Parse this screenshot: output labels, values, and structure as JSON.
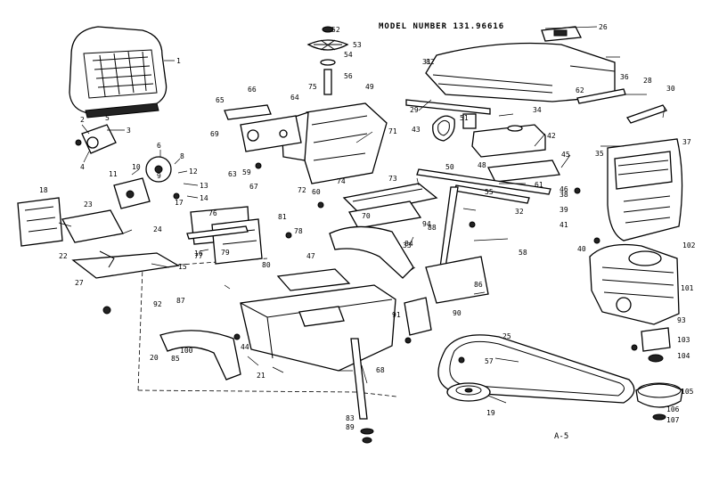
{
  "header": {
    "model_text": "MODEL NUMBER 131.96616",
    "page_ref": "A-5"
  },
  "callouts": [
    {
      "id": "c-1",
      "text": "1"
    },
    {
      "id": "c-2",
      "text": "2"
    },
    {
      "id": "c-3",
      "text": "3"
    },
    {
      "id": "c-4",
      "text": "4"
    },
    {
      "id": "c-5",
      "text": "5"
    },
    {
      "id": "c-6",
      "text": "6"
    },
    {
      "id": "c-8",
      "text": "8"
    },
    {
      "id": "c-9",
      "text": "9"
    },
    {
      "id": "c-10",
      "text": "10"
    },
    {
      "id": "c-11",
      "text": "11"
    },
    {
      "id": "c-12",
      "text": "12"
    },
    {
      "id": "c-13",
      "text": "13"
    },
    {
      "id": "c-14",
      "text": "14"
    },
    {
      "id": "c-15",
      "text": "15"
    },
    {
      "id": "c-16",
      "text": "16"
    },
    {
      "id": "c-17",
      "text": "17"
    },
    {
      "id": "c-18",
      "text": "18"
    },
    {
      "id": "c-19",
      "text": "19"
    },
    {
      "id": "c-20",
      "text": "20"
    },
    {
      "id": "c-21",
      "text": "21"
    },
    {
      "id": "c-22",
      "text": "22"
    },
    {
      "id": "c-23",
      "text": "23"
    },
    {
      "id": "c-24",
      "text": "24"
    },
    {
      "id": "c-25",
      "text": "25"
    },
    {
      "id": "c-26",
      "text": "26"
    },
    {
      "id": "c-27",
      "text": "27"
    },
    {
      "id": "c-28",
      "text": "28"
    },
    {
      "id": "c-29",
      "text": "29"
    },
    {
      "id": "c-30",
      "text": "30"
    },
    {
      "id": "c-31",
      "text": "31"
    },
    {
      "id": "c-32",
      "text": "32"
    },
    {
      "id": "c-33",
      "text": "33"
    },
    {
      "id": "c-34",
      "text": "34"
    },
    {
      "id": "c-35",
      "text": "35"
    },
    {
      "id": "c-36",
      "text": "36"
    },
    {
      "id": "c-37",
      "text": "37"
    },
    {
      "id": "c-38",
      "text": "38"
    },
    {
      "id": "c-39",
      "text": "39"
    },
    {
      "id": "c-40",
      "text": "40"
    },
    {
      "id": "c-41",
      "text": "41"
    },
    {
      "id": "c-42",
      "text": "42"
    },
    {
      "id": "c-43",
      "text": "43"
    },
    {
      "id": "c-44",
      "text": "44"
    },
    {
      "id": "c-45",
      "text": "45"
    },
    {
      "id": "c-46",
      "text": "46"
    },
    {
      "id": "c-47",
      "text": "47"
    },
    {
      "id": "c-48",
      "text": "48"
    },
    {
      "id": "c-49",
      "text": "49"
    },
    {
      "id": "c-50",
      "text": "50"
    },
    {
      "id": "c-51",
      "text": "51"
    },
    {
      "id": "c-52",
      "text": "52"
    },
    {
      "id": "c-53",
      "text": "53"
    },
    {
      "id": "c-54",
      "text": "54"
    },
    {
      "id": "c-55",
      "text": "55"
    },
    {
      "id": "c-56",
      "text": "56"
    },
    {
      "id": "c-57",
      "text": "57"
    },
    {
      "id": "c-58",
      "text": "58"
    },
    {
      "id": "c-59",
      "text": "59"
    },
    {
      "id": "c-60",
      "text": "60"
    },
    {
      "id": "c-61",
      "text": "61"
    },
    {
      "id": "c-62",
      "text": "62"
    },
    {
      "id": "c-63",
      "text": "63"
    },
    {
      "id": "c-64",
      "text": "64"
    },
    {
      "id": "c-65",
      "text": "65"
    },
    {
      "id": "c-66",
      "text": "66"
    },
    {
      "id": "c-67",
      "text": "67"
    },
    {
      "id": "c-68",
      "text": "68"
    },
    {
      "id": "c-69",
      "text": "69"
    },
    {
      "id": "c-70",
      "text": "70"
    },
    {
      "id": "c-71",
      "text": "71"
    },
    {
      "id": "c-72",
      "text": "72"
    },
    {
      "id": "c-73",
      "text": "73"
    },
    {
      "id": "c-74",
      "text": "74"
    },
    {
      "id": "c-75",
      "text": "75"
    },
    {
      "id": "c-76",
      "text": "76"
    },
    {
      "id": "c-77",
      "text": "77"
    },
    {
      "id": "c-78",
      "text": "78"
    },
    {
      "id": "c-79",
      "text": "79"
    },
    {
      "id": "c-80",
      "text": "80"
    },
    {
      "id": "c-81",
      "text": "81"
    },
    {
      "id": "c-82",
      "text": "82"
    },
    {
      "id": "c-83",
      "text": "83"
    },
    {
      "id": "c-84",
      "text": "84"
    },
    {
      "id": "c-85",
      "text": "85"
    },
    {
      "id": "c-86",
      "text": "86"
    },
    {
      "id": "c-87",
      "text": "87"
    },
    {
      "id": "c-88",
      "text": "88"
    },
    {
      "id": "c-89",
      "text": "89"
    },
    {
      "id": "c-90",
      "text": "90"
    },
    {
      "id": "c-91",
      "text": "91"
    },
    {
      "id": "c-92",
      "text": "92"
    },
    {
      "id": "c-93",
      "text": "93"
    },
    {
      "id": "c-94",
      "text": "94"
    },
    {
      "id": "c-100",
      "text": "100"
    },
    {
      "id": "c-101",
      "text": "101"
    },
    {
      "id": "c-102",
      "text": "102"
    },
    {
      "id": "c-103",
      "text": "103"
    },
    {
      "id": "c-104",
      "text": "104"
    },
    {
      "id": "c-105",
      "text": "105"
    },
    {
      "id": "c-106",
      "text": "106"
    },
    {
      "id": "c-107",
      "text": "107"
    }
  ]
}
